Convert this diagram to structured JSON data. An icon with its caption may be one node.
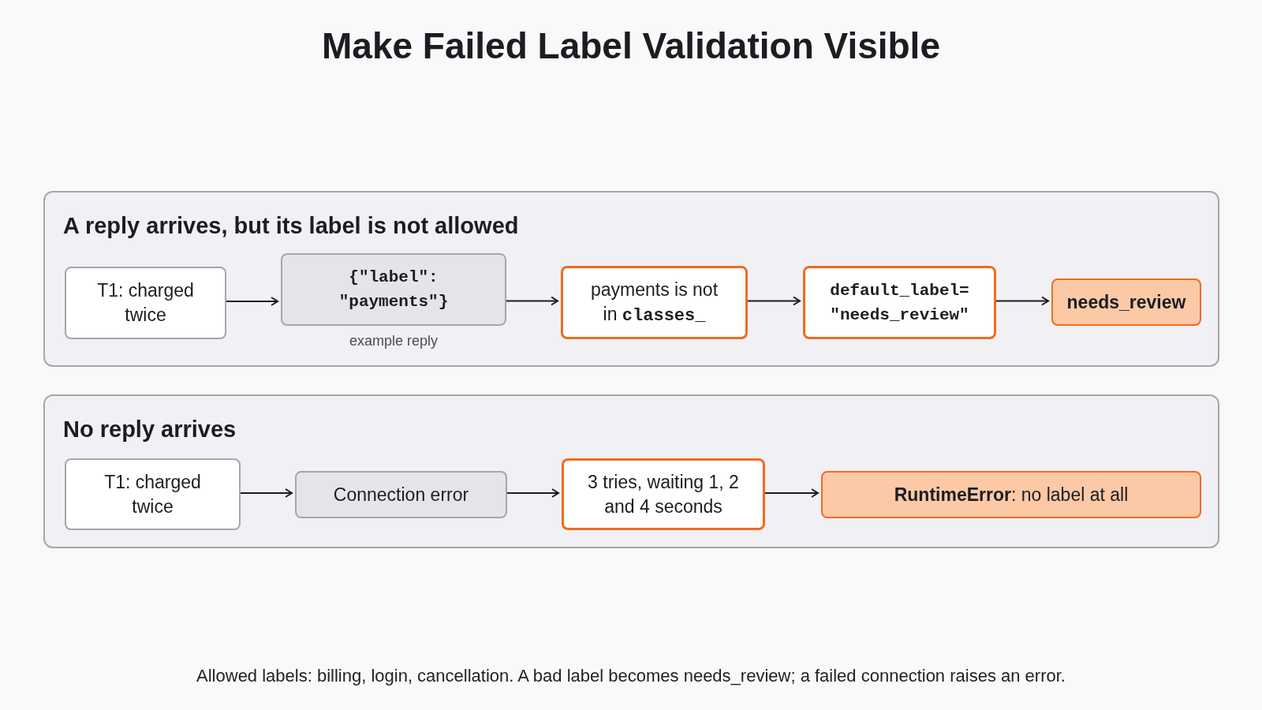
{
  "diagram": {
    "title": "Make Failed Label Validation Visible",
    "caption": "Allowed labels: billing, login, cancellation. A bad label becomes needs_review; a failed connection raises an error.",
    "nodes": [
      {
        "text": [
          "A reply arrives, but its label is not allowed"
        ]
      },
      {
        "text": [
          "T1: charged twice"
        ],
        "in": 0
      },
      {
        "text": [
          "{\"label\": \"payments\"}"
        ],
        "in": 0,
        "beside": [
          "example reply"
        ]
      },
      {
        "text": [
          "payments is not in classes_"
        ],
        "in": 0
      },
      {
        "text": [
          "default_label= \"needs_review\""
        ],
        "in": 0
      },
      {
        "text": [
          "needs_review"
        ],
        "in": 0
      },
      {
        "text": [
          "No reply arrives"
        ]
      },
      {
        "text": [
          "T1: charged twice"
        ],
        "in": 6
      },
      {
        "text": [
          "Connection error"
        ],
        "in": 6
      },
      {
        "text": [
          "3 tries, waiting 1, 2 and 4 seconds"
        ],
        "in": 6
      },
      {
        "text": [
          "**RuntimeError**: no label at all"
        ],
        "in": 6
      }
    ],
    "edges": [
      {
        "from": 1,
        "to": 2,
        "arrow": "to"
      },
      {
        "from": 2,
        "to": 3,
        "arrow": "to"
      },
      {
        "from": 3,
        "to": 4,
        "arrow": "to"
      },
      {
        "from": 4,
        "to": 5,
        "arrow": "to"
      },
      {
        "from": 7,
        "to": 8,
        "arrow": "to"
      },
      {
        "from": 8,
        "to": 9,
        "arrow": "to"
      },
      {
        "from": 9,
        "to": 10,
        "arrow": "to"
      }
    ]
  }
}
